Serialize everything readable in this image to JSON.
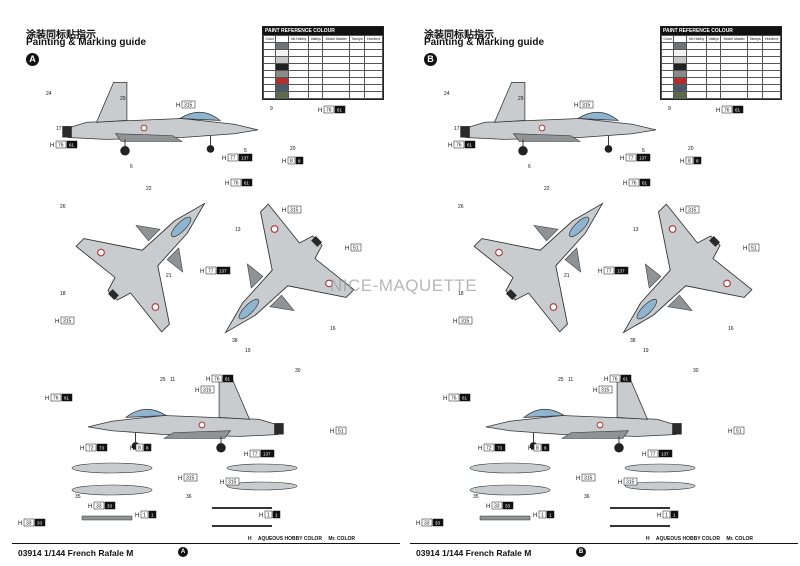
{
  "pages": [
    {
      "title_cn": "涂装同标贴指示",
      "title_en": "Painting & Marking guide",
      "scheme": "A",
      "footer_model": "03914 1/144 French Rafale M",
      "footer_badge": "A"
    },
    {
      "title_cn": "涂装同标贴指示",
      "title_en": "Painting & Marking guide",
      "scheme": "B",
      "footer_model": "03914 1/144 French Rafale M",
      "footer_badge": "B"
    }
  ],
  "reference": {
    "header": "PAINT REFERENCE COLOUR",
    "columns": [
      "Color",
      "Mr.Hobby",
      "Vallejo",
      "Model Master",
      "Tamiya",
      "Humbrol"
    ],
    "rows": [
      {
        "color": "",
        "swatch": "#6e7478",
        "values": [
          "",
          "",
          "",
          "",
          ""
        ]
      },
      {
        "color": "",
        "swatch": "#f4f4f4",
        "values": [
          "",
          "",
          "",
          "",
          ""
        ]
      },
      {
        "color": "",
        "swatch": "#c8c8c8",
        "values": [
          "",
          "",
          "",
          "",
          ""
        ]
      },
      {
        "color": "",
        "swatch": "#222222",
        "values": [
          "",
          "",
          "",
          "",
          ""
        ]
      },
      {
        "color": "",
        "swatch": "#8a8a8a",
        "values": [
          "",
          "",
          "",
          "",
          ""
        ]
      },
      {
        "color": "",
        "swatch": "#b03030",
        "values": [
          "",
          "",
          "",
          "",
          ""
        ]
      },
      {
        "color": "",
        "swatch": "#4a5a66",
        "values": [
          "",
          "",
          "",
          "",
          ""
        ]
      },
      {
        "color": "",
        "swatch": "#5b6b4b",
        "values": [
          "",
          "",
          "",
          "",
          ""
        ]
      }
    ]
  },
  "legend": {
    "mark": "H",
    "aqueous": "AQUEOUS HOBBY COLOR",
    "mr": "Mr. COLOR"
  },
  "watermark": "NICE-MAQUETTE",
  "callouts": {
    "h315": "H 315",
    "h76": "H 76 61",
    "h77": "H 77 137",
    "h8": "H 8 8",
    "h72": "H 72 73",
    "h1": "H 1 1",
    "h33": "H 33 33",
    "h51": "H 51"
  },
  "part_numbers": [
    "24",
    "29",
    "22",
    "21",
    "17",
    "26",
    "16",
    "13",
    "25",
    "11",
    "30",
    "9",
    "20",
    "5",
    "6",
    "38",
    "35",
    "36",
    "18",
    "19"
  ],
  "colors": {
    "aircraft": "#c9ccce",
    "aircraft_dark": "#8f9396",
    "canopy": "#8fb4cf",
    "engine": "#2a2a2a",
    "badge": "#111111"
  }
}
